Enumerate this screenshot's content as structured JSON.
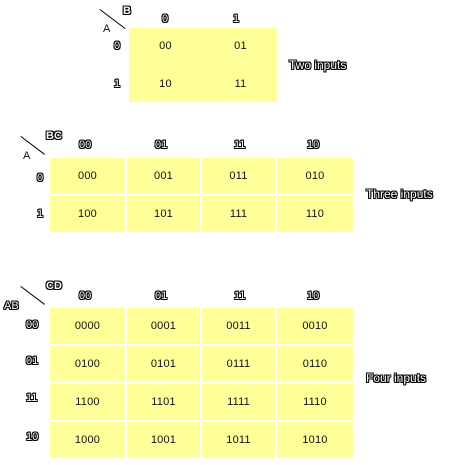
{
  "two": {
    "row_var": "A",
    "col_var": "B",
    "col_headers": [
      "0",
      "1"
    ],
    "row_headers": [
      "0",
      "1"
    ],
    "cells": [
      [
        "00",
        "01"
      ],
      [
        "10",
        "11"
      ]
    ],
    "caption": "Two inputs"
  },
  "three": {
    "row_var": "A",
    "col_var": "BC",
    "col_headers": [
      "00",
      "01",
      "11",
      "10"
    ],
    "row_headers": [
      "0",
      "1"
    ],
    "cells": [
      [
        "000",
        "001",
        "011",
        "010"
      ],
      [
        "100",
        "101",
        "111",
        "110"
      ]
    ],
    "caption": "Three inputs"
  },
  "four": {
    "row_var": "AB",
    "col_var": "CD",
    "col_headers": [
      "00",
      "01",
      "11",
      "10"
    ],
    "row_headers": [
      "00",
      "01",
      "11",
      "10"
    ],
    "cells": [
      [
        "0000",
        "0001",
        "0011",
        "0010"
      ],
      [
        "0100",
        "0101",
        "0111",
        "0110"
      ],
      [
        "1100",
        "1101",
        "1111",
        "1110"
      ],
      [
        "1000",
        "1001",
        "1011",
        "1010"
      ]
    ],
    "caption": "Four inputs"
  },
  "colors": {
    "cell_fill": "#ffff99",
    "grid": "#ffffff",
    "ink": "#000000"
  }
}
